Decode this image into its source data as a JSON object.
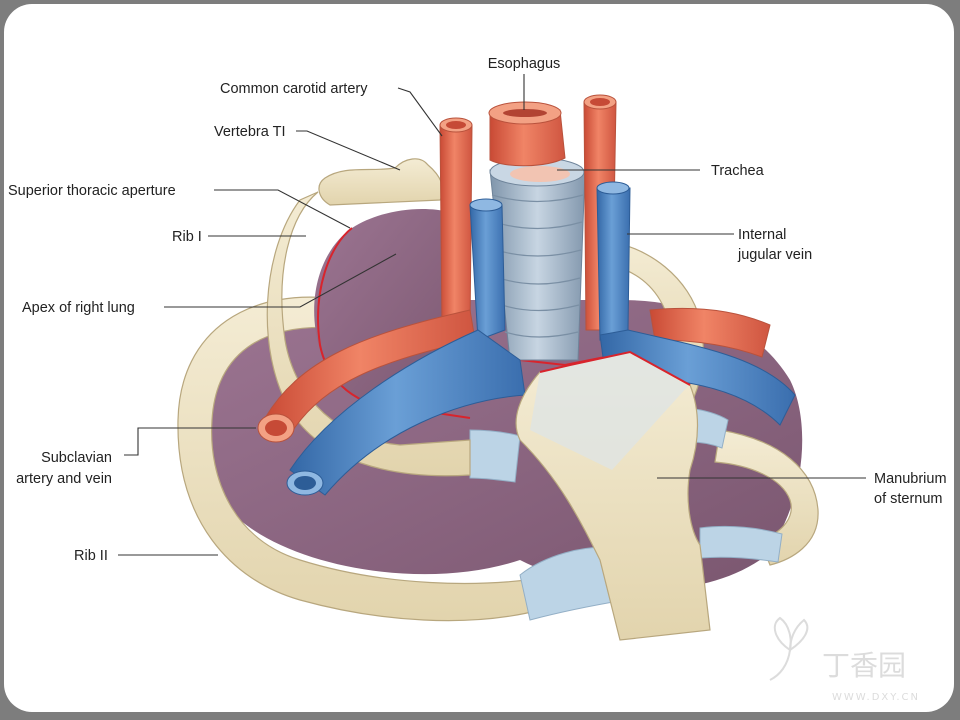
{
  "labels": {
    "esophagus": "Esophagus",
    "common_carotid": "Common carotid artery",
    "vertebra": "Vertebra TI",
    "superior_aperture": "Superior thoracic aperture",
    "rib1": "Rib I",
    "apex": "Apex of right lung",
    "subclavian_line1": "Subclavian",
    "subclavian_line2": "artery and vein",
    "rib2": "Rib II",
    "trachea": "Trachea",
    "ijv_line1": "Internal",
    "ijv_line2": "jugular vein",
    "manubrium_line1": "Manubrium",
    "manubrium_line2": "of sternum"
  },
  "watermark": {
    "logo": "丁香园",
    "url": "WWW.DXY.CN"
  },
  "colors": {
    "artery": "#e56a4f",
    "vein": "#4f86c2",
    "bone": "#ece2c4",
    "lung": "#8a6480",
    "cartilage": "#bcd4e6",
    "trachea": "#9fb3c6",
    "aperture_outline": "#d8242c"
  }
}
